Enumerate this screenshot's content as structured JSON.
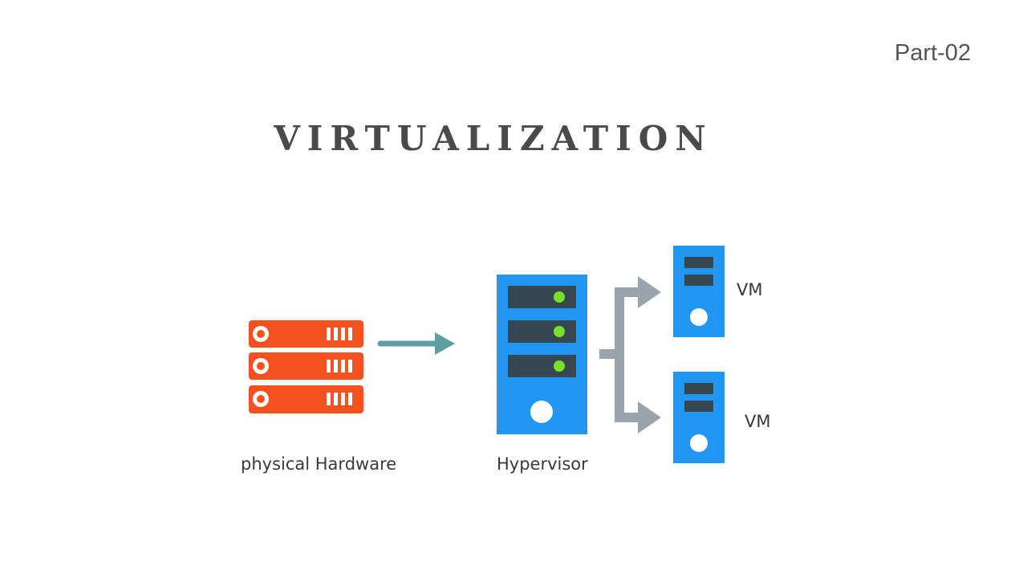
{
  "part_label": "Part-02",
  "title": "VIRTUALIZATION",
  "diagram": {
    "physical_hardware_label": "physical Hardware",
    "hypervisor_label": "Hypervisor",
    "vm_top_label": "VM",
    "vm_bottom_label": "VM"
  },
  "colors": {
    "hardware": "#f4511e",
    "server_blue": "#2196f3",
    "slot_dark": "#37474f",
    "led_green": "#76e02a",
    "arrow_teal": "#5f9ea0",
    "arrow_gray": "#9aa4ab"
  },
  "icons": [
    "server-rack-icon",
    "hypervisor-server-icon",
    "vm-server-icon",
    "arrow-right-icon",
    "branch-arrow-icon"
  ]
}
